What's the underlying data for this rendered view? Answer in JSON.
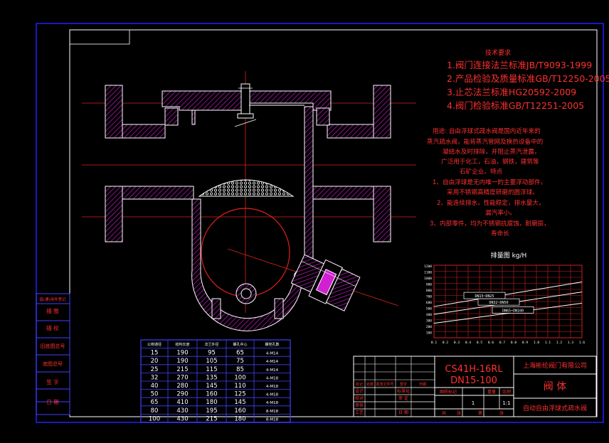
{
  "colors": {
    "background": "#000000",
    "frame_blue": "#2020ff",
    "outline_white": "#ffffff",
    "section_magenta": "#d020d0",
    "text_red": "#ff3030",
    "centerline_red": "#e02020",
    "chart_grid": "#d02020",
    "bom_blue": "#4040ff",
    "bom_text": "#ffffff"
  },
  "tech_requirements": {
    "heading": "技术要求",
    "lines": [
      "1.阀门连接法兰标准JB/T9093-1999",
      "2.产品检验及质量标准GB/T12250-2005",
      "3.止芯法兰标准HG20592-2009",
      "4.阀门检验标准GB/T12251-2005"
    ]
  },
  "description": {
    "lines": [
      "用途: 自由浮球式疏水阀是国内近年来的",
      "蒸汽疏水阀，能将蒸汽管网及换热设备中的",
      "凝结水及时排除，并阻止蒸汽泄露，",
      "广泛用于化工，石油，钢铁，建筑等",
      "石矿企业。特点",
      "1、自由浮球是无内唯一的主要浮动部件，",
      "采用不锈钢高精度研磨的圆浮球。",
      "2、能连续排水，性能稳定，排水量大，",
      "漏汽率小。",
      "3、内部零件，均为不锈钢抗腐蚀，耐磨损，",
      "寿命长"
    ]
  },
  "chart_data": {
    "type": "line",
    "title": "排量图  kg/H",
    "x_ticks": [
      "0.1",
      "0.2",
      "0.3",
      "0.4",
      "0.5",
      "0.6",
      "0.7",
      "0.8",
      "0.9",
      "1.0",
      "1.1",
      "1.2",
      "1.3",
      "1.6"
    ],
    "y_ticks": [
      "1200",
      "1100",
      "1000",
      "900",
      "800",
      "700",
      "600",
      "500",
      "400",
      "300",
      "200",
      "100"
    ],
    "series": [
      {
        "name": "DN15~DN25",
        "values": [
          560,
          1000
        ]
      },
      {
        "name": "DN32~DN50",
        "values": [
          420,
          820
        ]
      },
      {
        "name": "DN65~DN100",
        "values": [
          260,
          620
        ]
      }
    ],
    "grid": true
  },
  "bom": {
    "headers": [
      "公称通径",
      "结构长度",
      "法兰外径",
      "螺孔中心",
      "螺栓孔数"
    ],
    "rows": [
      [
        "15",
        "190",
        "95",
        "65",
        "4-M14"
      ],
      [
        "20",
        "190",
        "105",
        "75",
        "4-M14"
      ],
      [
        "25",
        "215",
        "115",
        "85",
        "4-M14"
      ],
      [
        "32",
        "270",
        "135",
        "100",
        "4-M18"
      ],
      [
        "40",
        "280",
        "145",
        "110",
        "4-M18"
      ],
      [
        "50",
        "290",
        "160",
        "125",
        "4-M18"
      ],
      [
        "65",
        "410",
        "180",
        "145",
        "4-M18"
      ],
      [
        "80",
        "430",
        "195",
        "160",
        "8-M18"
      ],
      [
        "100",
        "430",
        "215",
        "180",
        "8-M18"
      ]
    ]
  },
  "side_panel": {
    "top_label": "借(通)用件登记",
    "items": [
      "描 图",
      "描 校",
      "旧底图总号",
      "底图总号",
      "签 字",
      "日 期"
    ]
  },
  "title_block": {
    "model": "CS41H-16RL",
    "size_range": "DN15-100",
    "company": "上海彬纶阀门有限公司",
    "part_name": "阀 体",
    "product_name": "自动自由浮球式疏水阀",
    "left_rows": [
      [
        "设计",
        "",
        "标准化"
      ],
      [
        "校对",
        "",
        "审 定"
      ],
      [
        "审核",
        "",
        ""
      ],
      [
        "工艺",
        "",
        "日 期"
      ]
    ],
    "header_small": [
      "标记",
      "处数",
      "更改文件号",
      "签字",
      "日期"
    ],
    "meta_headers": [
      "图样标记",
      "重量",
      "比例"
    ],
    "scale": "1:1",
    "quantity": "1",
    "sheet_labels": [
      "共",
      "张",
      "第",
      "张"
    ]
  }
}
